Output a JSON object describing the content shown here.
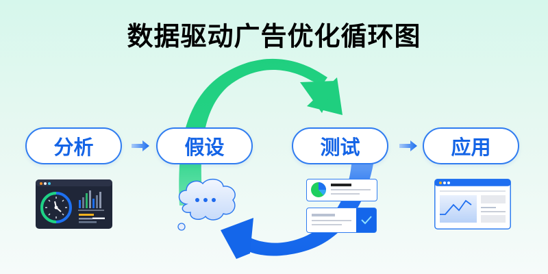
{
  "title": "数据驱动广告优化循环图",
  "steps": [
    {
      "label": "分析",
      "icon": "dashboard-icon"
    },
    {
      "label": "假设",
      "icon": "thought-cloud-icon"
    },
    {
      "label": "测试",
      "icon": "ab-test-cards-icon"
    },
    {
      "label": "应用",
      "icon": "browser-chart-icon"
    }
  ],
  "connectors": [
    "arrow-right",
    "arrow-right"
  ],
  "cycle": {
    "top_arrow_color": "#1fd383",
    "bottom_arrow_color": "#1466ea"
  },
  "colors": {
    "accent_blue": "#1464e6",
    "accent_green": "#1fd383",
    "dark_panel": "#1f2638"
  }
}
